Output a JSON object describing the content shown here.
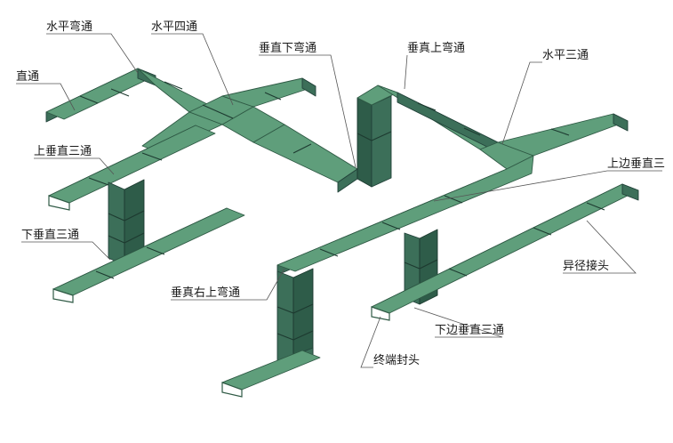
{
  "labels": {
    "horizontal_elbow": "水平弯通",
    "horizontal_cross": "水平四通",
    "vertical_down_elbow": "垂直下弯通",
    "vertical_up_elbow": "垂真上弯通",
    "horizontal_tee": "水平三通",
    "straight": "直通",
    "upper_vertical_tee": "上垂直三通",
    "upper_side_vertical_tee": "上边垂直三",
    "lower_vertical_tee": "下垂直三通",
    "reducer": "异径接头",
    "vertical_right_up_elbow": "垂真右上弯通",
    "lower_side_vertical_tee": "下边垂直三通",
    "end_cap": "终端封头"
  },
  "colors": {
    "tray_top": "#5f9e7b",
    "tray_side": "#3c6f59",
    "tray_shadow": "#2e5c49",
    "background": "#ffffff"
  }
}
